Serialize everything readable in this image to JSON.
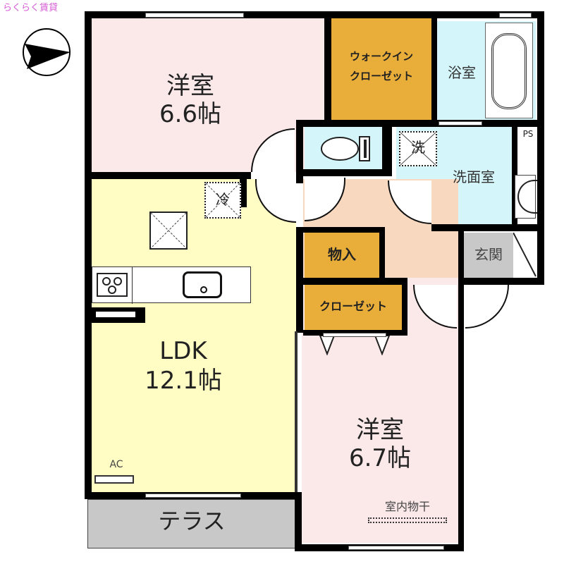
{
  "watermark": "らくらく賃貸",
  "compass": {
    "icon": "north-arrow-icon",
    "direction": "east"
  },
  "colors": {
    "bedroom": "#fbe9ea",
    "ldk": "#fffcc4",
    "closet": "#e9ad3a",
    "wet": "#d4f6fb",
    "hall": "#f8d8be",
    "entrance": "#c8c8c8",
    "terrace": "#c8c8c8",
    "wall": "#000000"
  },
  "rooms": {
    "bedroom1": {
      "name": "洋室",
      "size": "6.6帖"
    },
    "walkin": {
      "line1": "ウォークイン",
      "line2": "クローゼット"
    },
    "bath": {
      "name": "浴室"
    },
    "toilet": {
      "icon": "toilet-icon"
    },
    "washroom": {
      "name": "洗面室",
      "washer": "洗",
      "ps": "PS"
    },
    "ldk": {
      "name": "LDK",
      "size": "12.1帖",
      "fridge": "冷",
      "ac": "AC"
    },
    "storage": {
      "name": "物入"
    },
    "closet": {
      "name": "クローゼット"
    },
    "entrance": {
      "name": "玄関"
    },
    "bedroom2": {
      "name": "洋室",
      "size": "6.7帖",
      "drying": "室内物干"
    },
    "terrace": {
      "name": "テラス"
    }
  }
}
